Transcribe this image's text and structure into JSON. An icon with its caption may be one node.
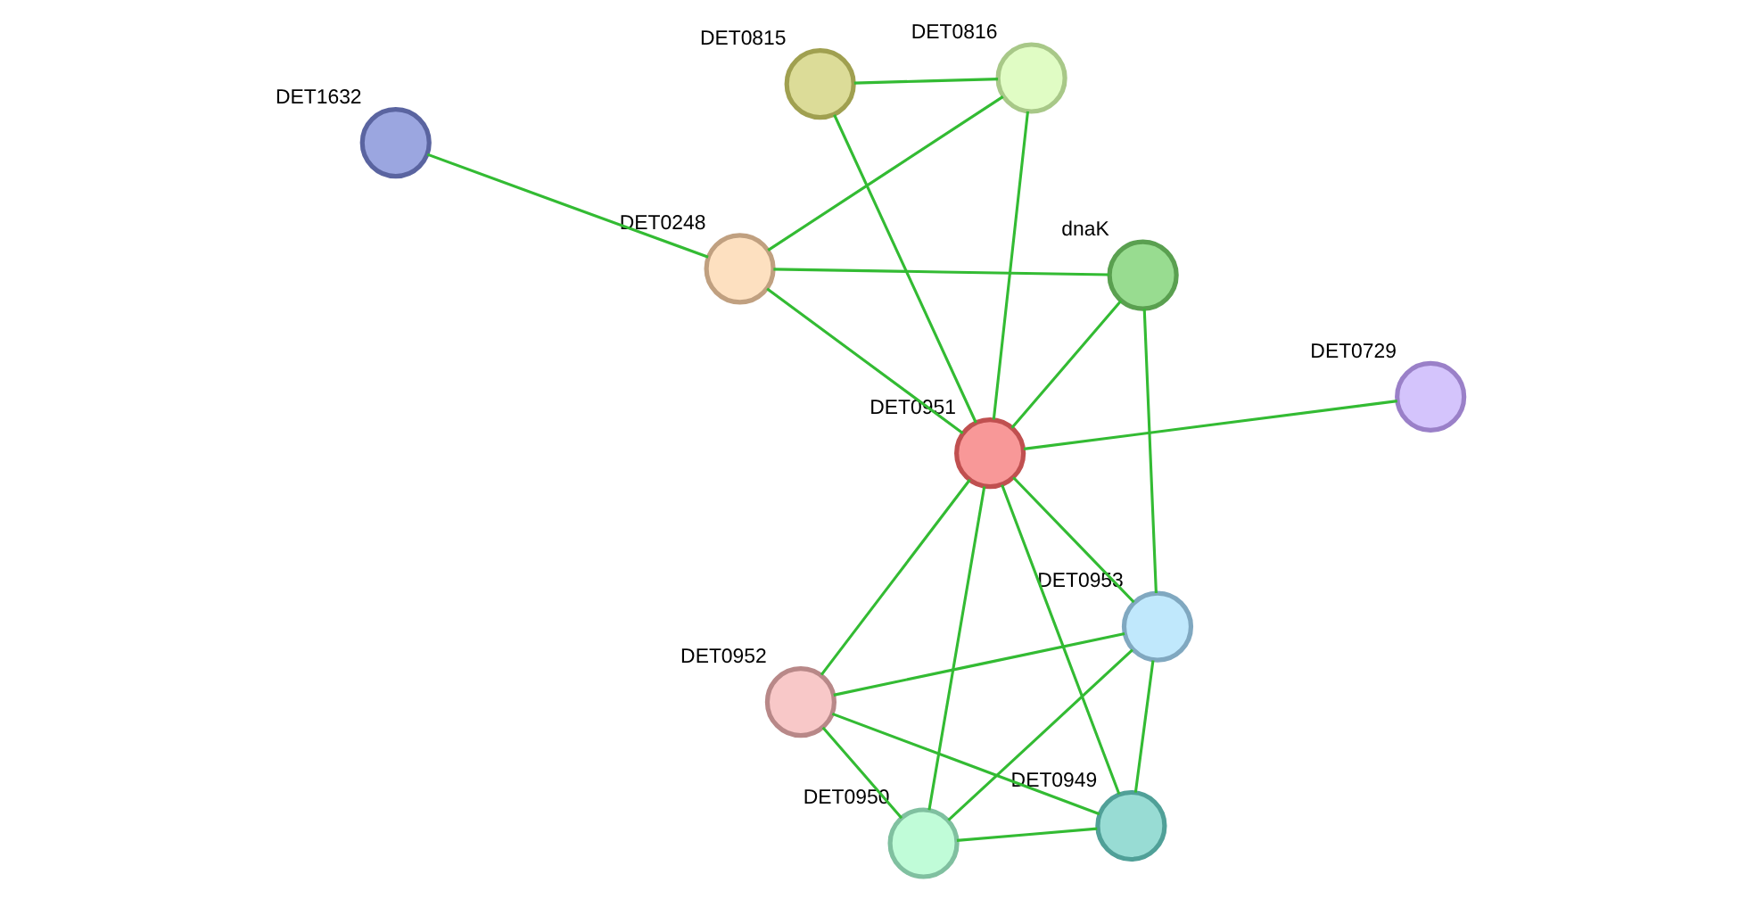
{
  "diagram": {
    "nodes": [
      {
        "text": [
          "DET1632"
        ]
      },
      {
        "text": [
          "DET0816"
        ]
      },
      {
        "text": [
          "DET0248"
        ]
      },
      {
        "text": [
          "DET0815"
        ]
      },
      {
        "text": [
          "dnaK"
        ]
      },
      {
        "text": [
          "DET0951"
        ]
      },
      {
        "text": [
          "DET0953"
        ]
      },
      {
        "text": [
          "DET0729"
        ]
      },
      {
        "text": [
          "DET0952"
        ]
      },
      {
        "text": [
          "DET0950"
        ]
      },
      {
        "text": [
          "DET0949"
        ]
      }
    ],
    "edges": [
      {
        "from": 1,
        "to": 3,
        "arrow": "none"
      },
      {
        "from": 1,
        "to": 2,
        "arrow": "none"
      },
      {
        "from": 1,
        "to": 5,
        "arrow": "none"
      },
      {
        "from": 3,
        "to": 5,
        "arrow": "none"
      },
      {
        "from": 0,
        "to": 2,
        "arrow": "none"
      },
      {
        "from": 2,
        "to": 5,
        "arrow": "none"
      },
      {
        "from": 2,
        "to": 4,
        "arrow": "none"
      },
      {
        "from": 4,
        "to": 5,
        "arrow": "none"
      },
      {
        "from": 4,
        "to": 6,
        "arrow": "none"
      },
      {
        "from": 5,
        "to": 6,
        "arrow": "none"
      },
      {
        "from": 5,
        "to": 7,
        "arrow": "none"
      },
      {
        "from": 5,
        "to": 9,
        "arrow": "none"
      },
      {
        "from": 5,
        "to": 10,
        "arrow": "none"
      },
      {
        "from": 5,
        "to": 8,
        "arrow": "none"
      },
      {
        "from": 6,
        "to": 9,
        "arrow": "none"
      },
      {
        "from": 6,
        "to": 10,
        "arrow": "none"
      },
      {
        "from": 6,
        "to": 8,
        "arrow": "none"
      },
      {
        "from": 9,
        "to": 8,
        "arrow": "none"
      },
      {
        "from": 9,
        "to": 10,
        "arrow": "none"
      },
      {
        "from": 10,
        "to": 8,
        "arrow": "none"
      }
    ]
  }
}
